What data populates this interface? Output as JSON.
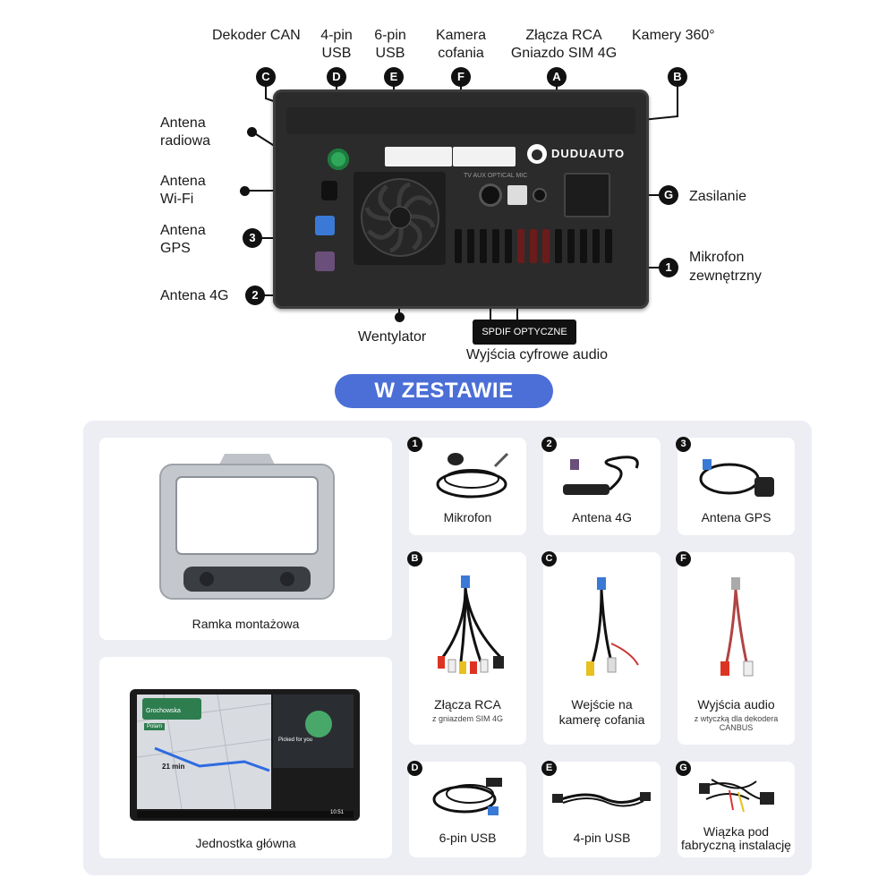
{
  "top_labels": {
    "can_decoder": "Dekoder CAN",
    "usb4": [
      "4-pin",
      "USB"
    ],
    "usb6": [
      "6-pin",
      "USB"
    ],
    "camera": [
      "Kamera",
      "cofania"
    ],
    "rca": [
      "Złącza RCA",
      "Gniazdo SIM 4G"
    ],
    "cam360": "Kamery 360°"
  },
  "left_labels": {
    "radio": [
      "Antena",
      "radiowa"
    ],
    "wifi": [
      "Antena",
      "Wi-Fi"
    ],
    "gps": [
      "Antena",
      "GPS"
    ],
    "lte": "Antena 4G"
  },
  "right_labels": {
    "power": "Zasilanie",
    "mic": [
      "Mikrofon",
      "zewnętrzny"
    ]
  },
  "bottom_labels": {
    "fan": "Wentylator",
    "spdif": "SPDIF OPTYCZNE",
    "digital": "Wyjścia cyfrowe audio"
  },
  "badges": {
    "C": "C",
    "D": "D",
    "E": "E",
    "F": "F",
    "A": "A",
    "B": "B",
    "G": "G",
    "n1": "1",
    "n2": "2",
    "n3": "3"
  },
  "brand": "DUDUAUTO",
  "port_text": "TV AUX  OPTICAL  MIC",
  "contents_title": "W ZESTAWIE",
  "items": {
    "frame": "Ramka montażowa",
    "head_unit": "Jednostka główna",
    "mic": "Mikrofon",
    "lte": "Antena 4G",
    "gps": "Antena GPS",
    "rca": "Złącza RCA",
    "rca_sub": "z gniazdem SIM 4G",
    "camera": [
      "Wejście na",
      "kamerę cofania"
    ],
    "audio": "Wyjścia audio",
    "audio_sub": [
      "z wtyczką dla dekodera",
      "CANBUS"
    ],
    "usb6": "6-pin USB",
    "usb4": "4-pin USB",
    "harness": [
      "Wiązka pod",
      "fabryczną instalację"
    ]
  },
  "screen": {
    "street": "Grochowska",
    "poi": "Polam",
    "eta": "21 min",
    "music_title": "Picked for you",
    "clock": "10:51"
  },
  "colors": {
    "accent": "#4b6fd6",
    "panel": "#eceef3",
    "badge": "#111111"
  }
}
